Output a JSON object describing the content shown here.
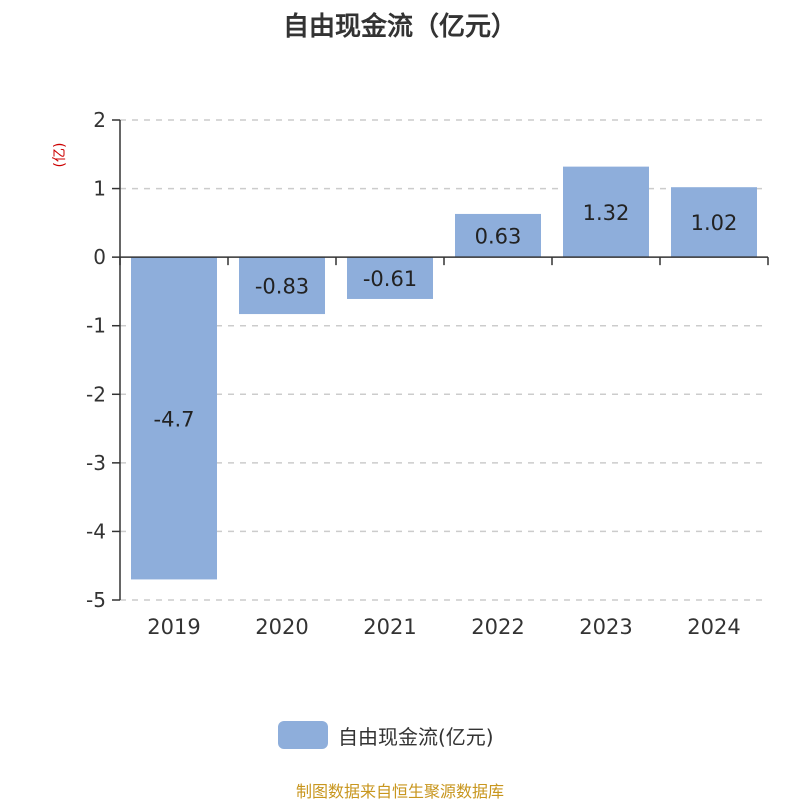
{
  "title": "自由现金流（亿元）",
  "source": "制图数据来自恒生聚源数据库",
  "colors": {
    "bar": "#8eaedb",
    "axis_unit": "#cc0000",
    "source": "#c8961e"
  },
  "chart_data": {
    "type": "bar",
    "title": "自由现金流（亿元）",
    "ylabel": "(亿)",
    "xlabel": "",
    "categories": [
      "2019",
      "2020",
      "2021",
      "2022",
      "2023",
      "2024"
    ],
    "series": [
      {
        "name": "自由现金流(亿元)",
        "values": [
          -4.7,
          -0.83,
          -0.61,
          0.63,
          1.32,
          1.02
        ]
      }
    ],
    "data_labels": [
      "-4.7",
      "-0.83",
      "-0.61",
      "0.63",
      "1.32",
      "1.02"
    ],
    "ylim": [
      -5,
      2
    ],
    "yticks": [
      "2",
      "1",
      "0",
      "-1",
      "-2",
      "-3",
      "-4",
      "-5"
    ],
    "grid": true,
    "legend": "bottom"
  }
}
